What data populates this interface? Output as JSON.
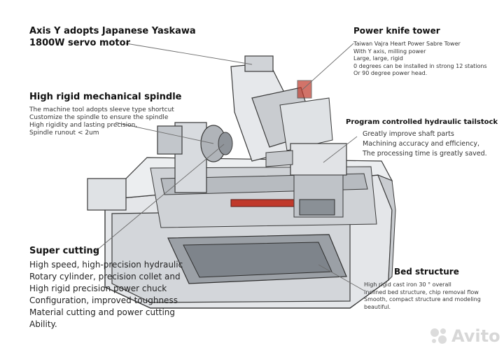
{
  "callouts": {
    "axis_y": {
      "title": [
        "Axis Y adopts Japanese Yaskawa",
        "1800W servo motor"
      ]
    },
    "power_knife_tower": {
      "title": "Power knife tower",
      "desc": [
        "Taiwan Vajra Heart Power Sabre Tower",
        "With Y axis, milling power",
        "Large, large, rigid",
        "0 degrees can be installed in strong 12 stations",
        "Or 90 degree power head."
      ]
    },
    "spindle": {
      "title": "High rigid mechanical spindle",
      "desc": [
        "The machine tool adopts sleeve type shortcut",
        "Customize the spindle to ensure the spindle",
        "High rigidity and lasting precision,",
        "Spindle runout < 2um"
      ]
    },
    "tailstock": {
      "title": "Program controlled hydraulic tailstock",
      "desc": [
        "Greatly improve shaft parts",
        "Machining accuracy and efficiency,",
        "The processing time is greatly saved."
      ]
    },
    "super_cutting": {
      "title": "Super cutting",
      "desc": [
        "High speed, high-precision hydraulic",
        "Rotary cylinder, precision collet and",
        "High rigid precision power chuck",
        "Configuration, improved toughness",
        "Material cutting and power cutting",
        "Ability."
      ]
    },
    "bed_structure": {
      "title": "Bed structure",
      "desc": [
        "High rigid cast iron 30 ° overall",
        "Inclined bed structure, chip removal flow",
        "Smooth, compact structure and modeling",
        "beautiful."
      ]
    }
  },
  "watermark": {
    "text": "Avito"
  },
  "colors": {
    "line": "#6e6e6e",
    "body_stroke": "#3a3a3a",
    "body_fill": "#d6d9dd",
    "dark_panel": "#8f949a",
    "accent": "#c0392b"
  }
}
